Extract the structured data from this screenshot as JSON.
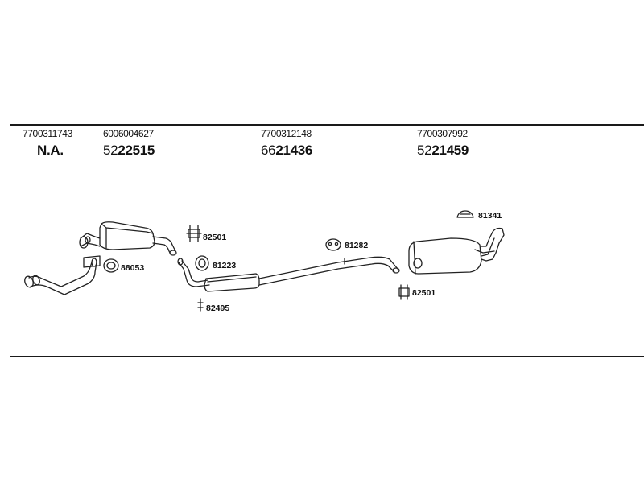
{
  "columns": [
    {
      "oem": "7700311743",
      "ref_prefix": "",
      "ref_main": "N.A."
    },
    {
      "oem": "6006004627",
      "ref_prefix": "52",
      "ref_main": "22515"
    },
    {
      "oem": "7700312148",
      "ref_prefix": "66",
      "ref_main": "21436"
    },
    {
      "oem": "7700307992",
      "ref_prefix": "52",
      "ref_main": "21459"
    }
  ],
  "part_labels": {
    "clamp_front": "82501",
    "gasket_front": "88053",
    "ring_mid": "81223",
    "bracket_mid": "82495",
    "hanger_mid": "81282",
    "clamp_rear": "82501",
    "rubber_rear": "81341"
  }
}
